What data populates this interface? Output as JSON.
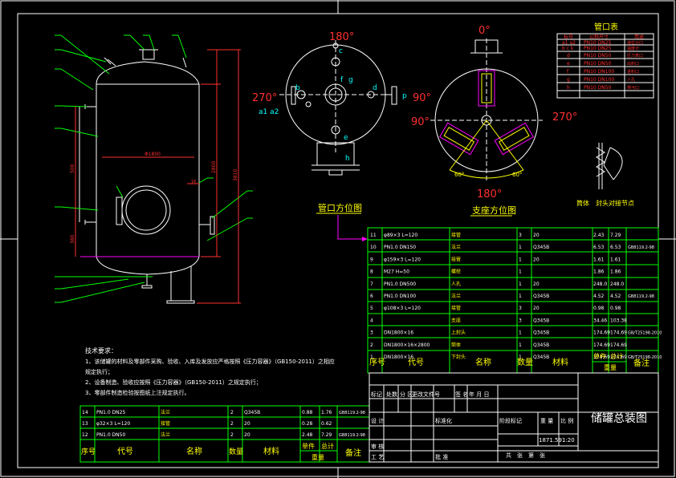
{
  "drawing": {
    "title": "储罐总装图",
    "weight": "1871.59",
    "scale": "1:20",
    "sheet_info": "共　张　第　张"
  },
  "plan_view": {
    "label": "管口方位图",
    "angle_top": "180°",
    "angle_left": "270°",
    "angle_right": "90°",
    "nozzle_letters": [
      "c",
      "f",
      "g",
      "b",
      "d",
      "e",
      "h",
      "p"
    ],
    "left_tags": "a1 a2"
  },
  "support_view": {
    "label": "支座方位图",
    "angle_top": "0°",
    "angle_left": "90°",
    "angle_right": "270°",
    "angle_bottom": "180°",
    "angle_60a": "60°",
    "angle_60b": "60°"
  },
  "weld_detail": {
    "label": "筒体　封头对接节点"
  },
  "nozzle_table": {
    "title": "管口表",
    "headers": [
      "标号",
      "公称尺寸",
      "用途"
    ],
    "rows": [
      [
        "a1 a2",
        "PN10 DN25",
        "液位计口"
      ],
      [
        "b c k",
        "PN10 DN25",
        "温度计"
      ],
      [
        "d",
        "PN10 DN50",
        "压力表口"
      ],
      [
        "e",
        "PN10 DN50",
        "出料口"
      ],
      [
        "f",
        "PN10 DN100",
        "进料口"
      ],
      [
        "g",
        "PN10 DN100",
        "人孔"
      ],
      [
        "h",
        "PN10 DN50",
        "排污口"
      ]
    ]
  },
  "parts_table": {
    "rows": [
      [
        "11",
        "φ89×3 L=120",
        "",
        "接管",
        "3",
        "20",
        "",
        "2.43",
        "7.29",
        ""
      ],
      [
        "10",
        "PN1.0 DN150",
        "",
        "法兰",
        "1",
        "Q345B",
        "",
        "6.53",
        "6.53",
        "GB8119.2-98"
      ],
      [
        "9",
        "φ159×3 L=120",
        "",
        "接管",
        "1",
        "20",
        "",
        "1.61",
        "1.61",
        ""
      ],
      [
        "8",
        "M27 H=50",
        "",
        "螺栓",
        "1",
        "",
        "",
        "1.86",
        "1.86",
        ""
      ],
      [
        "7",
        "PN1.0 DN500",
        "",
        "人孔",
        "1",
        "20",
        "",
        "248.0",
        "248.0",
        ""
      ],
      [
        "6",
        "PN1.0 DN100",
        "",
        "法兰",
        "1",
        "Q345B",
        "",
        "4.52",
        "4.52",
        "GB8119.2-98"
      ],
      [
        "5",
        "φ108×3 L=120",
        "",
        "接管",
        "3",
        "20",
        "",
        "0.98",
        "0.98",
        ""
      ],
      [
        "4",
        "",
        "",
        "支座",
        "3",
        "Q345B",
        "",
        "34.46",
        "103.38",
        ""
      ],
      [
        "3",
        "DN1800×16",
        "",
        "上封头",
        "1",
        "Q345B",
        "",
        "174.69",
        "174.69",
        "GB/T25198-2010"
      ],
      [
        "2",
        "DN1800×16×2800",
        "",
        "筒体",
        "1",
        "Q345B",
        "",
        "174.69",
        "174.69",
        ""
      ],
      [
        "1",
        "DN1800×16",
        "",
        "下封头",
        "1",
        "Q345B",
        "",
        "174.69",
        "174.69",
        "GB/T25198-2010"
      ]
    ],
    "header": [
      "序号",
      "代号",
      "名称",
      "数量",
      "材料",
      "单件",
      "总计",
      "备注"
    ],
    "header_sub": "重量"
  },
  "left_table": {
    "rows": [
      [
        "14",
        "PN1.0 DN25",
        "法兰",
        "2",
        "Q345B",
        "0.88",
        "1.76",
        "GB8119.2-98"
      ],
      [
        "13",
        "φ32×3 L=120",
        "接管",
        "2",
        "20",
        "0.28",
        "0.62",
        ""
      ],
      [
        "12",
        "PN1.0 DN50",
        "法兰",
        "2",
        "20",
        "2.48",
        "7.29",
        "GB8119.2-98"
      ]
    ],
    "header": [
      "序号",
      "代号",
      "名称",
      "数量",
      "材料",
      "单件",
      "总计",
      "备注"
    ],
    "header_sub": "重量"
  },
  "title_block": {
    "row1": [
      "标记",
      "处数",
      "分 区",
      "更改文件号",
      "签 名",
      "年 月 日"
    ],
    "design": "设 计",
    "standard": "标准化",
    "stage": "阶段标记",
    "weight_label": "重 量",
    "scale_label": "比 例",
    "review": "审 核",
    "process": "工 艺",
    "approve": "批 准"
  },
  "tech_req": {
    "title": "技术要求：",
    "lines": [
      "1、该储罐的材料及零部件采购、验收、入库及发放应严格按照《压力容器》（GB150-2011）之相应",
      "规定执行；",
      "2、设备制造、验收应按照《压力容器》（GB150-2011）之规定执行；",
      "3、零部件制造检验按图纸上注规定执行。"
    ]
  },
  "dimensions": {
    "shell_dia": "Φ1800",
    "shell_len": "2800",
    "total_h": "3810",
    "d500": "500",
    "d380": "380",
    "d16": "16"
  }
}
